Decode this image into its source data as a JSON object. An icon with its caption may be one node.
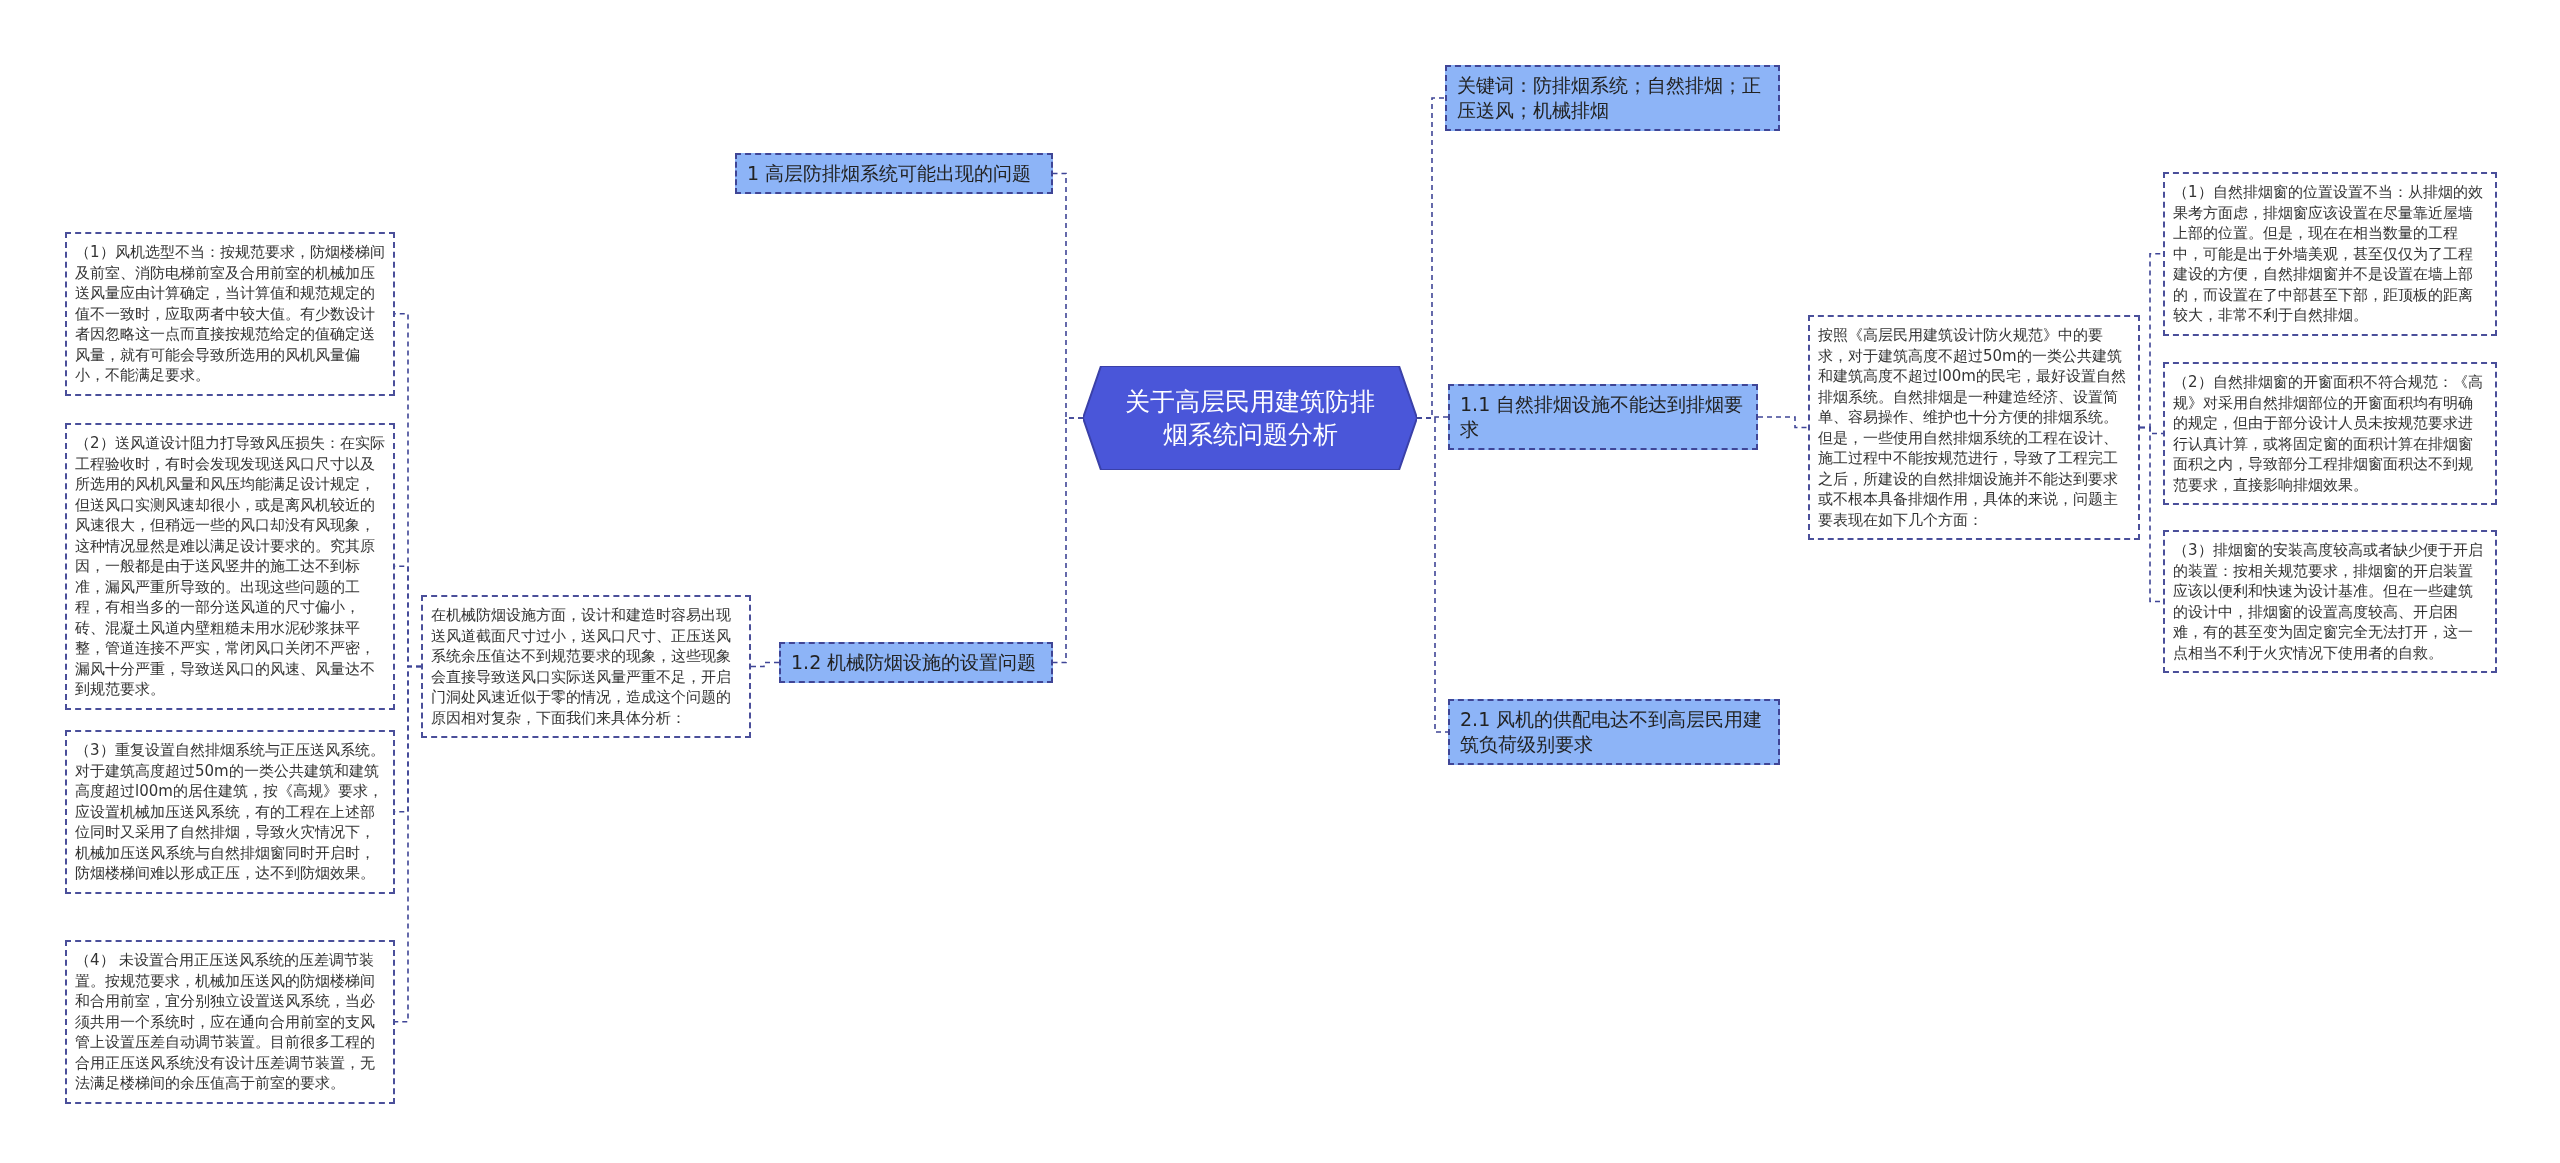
{
  "diagram": {
    "nodes": [
      {
        "text": [
          "关于高层民用建筑防排烟系统问题分析"
        ]
      },
      {
        "text": [
          "1 高层防排烟系统可能出现的问题"
        ]
      },
      {
        "text": [
          "1.2 机械防烟设施的设置问题"
        ]
      },
      {
        "text": [
          "在机械防烟设施方面，设计和建造时容易出现送风道截面尺寸过小，送风口尺寸、正压送风系统余压值达不到规范要求的现象，这些现象会直接导致送风口实际送风量严重不足，开启门洞处风速近似于零的情况，造成这个问题的原因相对复杂，下面我们来具体分析："
        ]
      },
      {
        "text": [
          "（1）风机选型不当：按规范要求，防烟楼梯间及前室、消防电梯前室及合用前室的机械加压送风量应由计算确定，当计算值和规范规定的值不一致时，应取两者中较大值。有少数设计者因忽略这一点而直接按规范给定的值确定送风量，就有可能会导致所选用的风机风量偏小，不能满足要求。"
        ]
      },
      {
        "text": [
          "（2）送风道设计阻力打导致风压损失：在实际工程验收时，有时会发现发现送风口尺寸以及所选用的风机风量和风压均能满足设计规定，但送风口实测风速却很小，或是离风机较近的风速很大，但稍远一些的风口却没有风现象，这种情况显然是难以满足设计要求的。究其原因，一般都是由于送风竖井的施工达不到标准，漏风严重所导致的。出现这些问题的工程，有相当多的一部分送风道的尺寸偏小，砖、混凝土风道内壁粗糙未用水泥砂浆抹平整，管道连接不严实，常闭风口关闭不严密，漏风十分严重，导致送风口的风速、风量达不到规范要求。"
        ]
      },
      {
        "text": [
          "（3）重复设置自然排烟系统与正压送风系统。对于建筑高度超过50m的一类公共建筑和建筑高度超过l00m的居住建筑，按《高规》要求，应设置机械加压送风系统，有的工程在上述部位同时又采用了自然排烟，导致火灾情况下，机械加压送风系统与自然排烟窗同时开启时，防烟楼梯间难以形成正压，达不到防烟效果。"
        ]
      },
      {
        "text": [
          "（4） 未设置合用正压送风系统的压差调节装置。按规范要求，机械加压送风的防烟楼梯间和合用前室，宜分别独立设置送风系统，当必须共用一个系统时，应在通向合用前室的支风管上设置压差自动调节装置。目前很多工程的合用正压送风系统没有设计压差调节装置，无法满足楼梯间的余压值高于前室的要求。"
        ]
      },
      {
        "text": [
          "关键词：防排烟系统；自然排烟；正压送风；机械排烟"
        ]
      },
      {
        "text": [
          "1.1 自然排烟设施不能达到排烟要求"
        ]
      },
      {
        "text": [
          "按照《高层民用建筑设计防火规范》中的要求，对于建筑高度不超过50m的一类公共建筑和建筑高度不超过l00m的民宅，最好设置自然排烟系统。自然排烟是一种建造经济、设置简单、容易操作、维护也十分方便的排烟系统。但是，一些使用自然排烟系统的工程在设计、施工过程中不能按规范进行，导致了工程完工之后，所建设的自然排烟设施并不能达到要求或不根本具备排烟作用，具体的来说，问题主要表现在如下几个方面："
        ]
      },
      {
        "text": [
          "（1）自然排烟窗的位置设置不当：从排烟的效果考方面虑，排烟窗应该设置在尽量靠近屋墙上部的位置。但是，现在在相当数量的工程中，可能是出于外墙美观，甚至仅仅为了工程建设的方便，自然排烟窗并不是设置在墙上部的，而设置在了中部甚至下部，距顶板的距离较大，非常不利于自然排烟。"
        ]
      },
      {
        "text": [
          "（2）自然排烟窗的开窗面积不符合规范：《高规》对采用自然排烟部位的开窗面积均有明确的规定，但由于部分设计人员未按规范要求进行认真计算，或将固定窗的面积计算在排烟窗面积之内，导致部分工程排烟窗面积达不到规范要求，直接影响排烟效果。"
        ]
      },
      {
        "text": [
          "（3）排烟窗的安装高度较高或者缺少便于开启的装置：按相关规范要求，排烟窗的开启装置应该以便利和快速为设计基准。但在一些建筑的设计中，排烟窗的设置高度较高、开启困难，有的甚至变为固定窗完全无法打开，这一点相当不利于火灾情况下使用者的自救。"
        ]
      },
      {
        "text": [
          "2.1 风机的供配电达不到高层民用建筑负荷级别要求"
        ]
      }
    ],
    "edges": [
      {
        "from": 0,
        "to": 1,
        "arrow": "none"
      },
      {
        "from": 0,
        "to": 2,
        "arrow": "none"
      },
      {
        "from": 2,
        "to": 3,
        "arrow": "none"
      },
      {
        "from": 3,
        "to": 4,
        "arrow": "none"
      },
      {
        "from": 3,
        "to": 5,
        "arrow": "none"
      },
      {
        "from": 3,
        "to": 6,
        "arrow": "none"
      },
      {
        "from": 3,
        "to": 7,
        "arrow": "none"
      },
      {
        "from": 0,
        "to": 8,
        "arrow": "none"
      },
      {
        "from": 0,
        "to": 9,
        "arrow": "none"
      },
      {
        "from": 9,
        "to": 10,
        "arrow": "none"
      },
      {
        "from": 10,
        "to": 11,
        "arrow": "none"
      },
      {
        "from": 10,
        "to": 12,
        "arrow": "none"
      },
      {
        "from": 10,
        "to": 13,
        "arrow": "none"
      },
      {
        "from": 0,
        "to": 14,
        "arrow": "none"
      }
    ]
  }
}
